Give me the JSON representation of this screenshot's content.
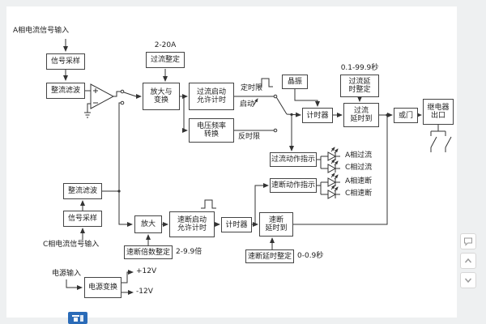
{
  "theme": {
    "background": "#eef0f1",
    "sheet": "#ffffff",
    "line_color": "#333333",
    "logo_blue": "#2a6bb8"
  },
  "diagram": {
    "labels": {
      "phase_a_input": "A相电流信号输入",
      "phase_c_input": "C相电流信号输入",
      "power_input": "电源输入",
      "oc_setting_range": "2-20A",
      "definite_time": "定时限",
      "start": "启动",
      "inverse_time": "反时限",
      "oc_delay_range": "0.1-99.9秒",
      "qb_multiple_range": "2-9.9倍",
      "qb_delay_range": "0-0.9秒",
      "plus_12v": "+12V",
      "minus_12v": "-12V",
      "led_a_overcurrent": "A相过流",
      "led_c_overcurrent": "C相过流",
      "led_a_quickbreak": "A相速断",
      "led_c_quickbreak": "C相速断"
    },
    "boxes": {
      "signal_sample_a": "信号采样",
      "rect_filter_a": "整流滤波",
      "oc_setting": "过流整定",
      "amp_convert": "放大与\n变换",
      "oc_start_timing": "过流启动\n允许计时",
      "vf_convert": "电压频率\n转换",
      "crystal": "晶振",
      "oc_delay_setting": "过流延\n时整定",
      "timer_oc": "计时器",
      "oc_delay_reached": "过流\n延时到",
      "or_gate": "或门",
      "relay_output": "继电器\n出口",
      "oc_action_indicator": "过流动作指示",
      "qb_action_indicator": "速断动作指示",
      "rect_filter_c": "整流滤波",
      "signal_sample_c": "信号采样",
      "amplifier": "放大",
      "qb_start_timing": "速断启动\n允许计时",
      "timer_qb": "计时器",
      "qb_delay_reached": "速断\n延时到",
      "qb_multiple_setting": "速断倍数整定",
      "qb_delay_setting": "速断延时整定",
      "power_convert": "电源变换"
    },
    "icons": {
      "float_buttons": [
        "chat-icon",
        "arrow-up-icon",
        "arrow-down-icon"
      ],
      "site_logo": "logo-badge"
    }
  }
}
